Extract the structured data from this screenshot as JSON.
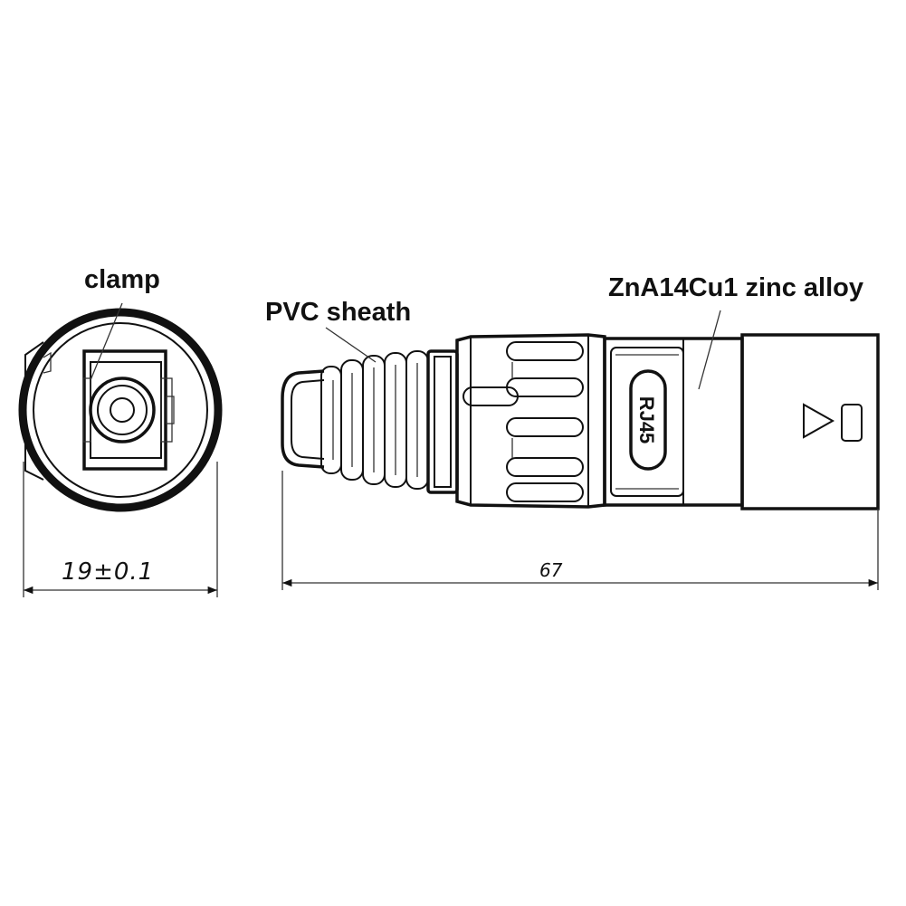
{
  "callouts": {
    "clamp": "clamp",
    "pvc_sheath": "PVC sheath",
    "zinc_alloy": "ZnA14Cu1 zinc alloy"
  },
  "dimensions": {
    "diameter": "19±0.1",
    "length": "67"
  },
  "marking": {
    "rj45": "RJ45"
  }
}
